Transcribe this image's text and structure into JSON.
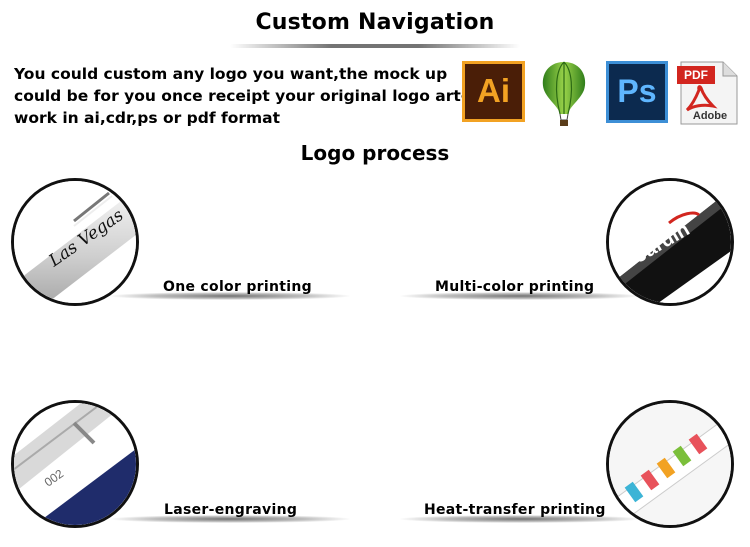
{
  "header": {
    "title": "Custom Navigation"
  },
  "description": {
    "lines": [
      "You could custom any logo you want,the mock up",
      "could be for you once receipt your original logo art-",
      "work in ai,cdr,ps or pdf format"
    ]
  },
  "format_icons": {
    "ai": {
      "icon": "illustrator-icon",
      "label": "Ai"
    },
    "cdr": {
      "icon": "coreldraw-balloon-icon"
    },
    "ps": {
      "icon": "photoshop-icon",
      "label": "Ps"
    },
    "pdf": {
      "icon": "pdf-adobe-icon",
      "label": "PDF",
      "sublabel": "Adobe"
    }
  },
  "section": {
    "title": "Logo process"
  },
  "processes": [
    {
      "caption": "One color printing",
      "sample_text": "Las Vegas"
    },
    {
      "caption": "Multi-color printing",
      "sample_text": "Jardin"
    },
    {
      "caption": "Laser-engraving",
      "sample_text": "002"
    },
    {
      "caption": "Heat-transfer printing"
    }
  ],
  "colors": {
    "ai_bg": "#4a1e07",
    "ai_accent": "#f2a223",
    "ps_bg": "#0c2a4f",
    "ps_accent": "#5fb6ff",
    "pdf_red": "#d2261f"
  }
}
